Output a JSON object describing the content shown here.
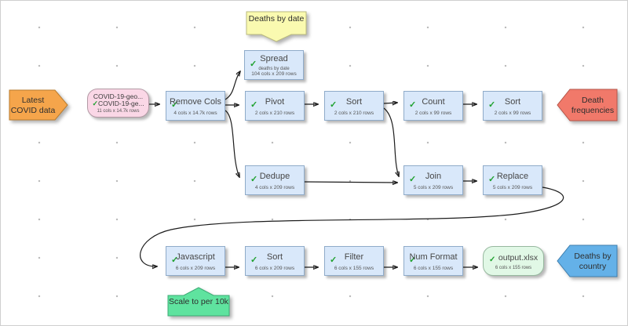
{
  "app_type": "data-transform-flow-canvas",
  "check_icon": "✓",
  "colors": {
    "node_fill": "#d9e8fa",
    "node_border": "#8fabc9",
    "source_fill": "#fad7e6",
    "output_fill": "#e1f8e6",
    "input_marker_fill": "#f5a54b",
    "output_marker_red_fill": "#f1796a",
    "output_marker_blue_fill": "#64b1e8",
    "note_yellow_fill": "#fafab0",
    "note_green_fill": "#5fe39f",
    "check_green": "#1fa12e"
  },
  "io_markers": [
    {
      "id": "latest-covid-data",
      "label": "Latest COVID data"
    },
    {
      "id": "death-frequencies",
      "label": "Death frequencies"
    },
    {
      "id": "deaths-by-country",
      "label": "Deaths by country"
    }
  ],
  "notes": [
    {
      "id": "deaths-by-date",
      "label": "Deaths by date"
    },
    {
      "id": "scale-to-per-10k",
      "label": "Scale to per 10k"
    }
  ],
  "source": {
    "line1": "COVID-19-geo...",
    "line2": "COVID-19-ge...",
    "stats": "11 cols x 14.7k rows",
    "checked": true
  },
  "nodes": [
    {
      "id": "remove-cols",
      "title": "Remove Cols",
      "stats": "4 cols x 14.7k rows",
      "checked": true
    },
    {
      "id": "spread",
      "title": "Spread",
      "note": "deaths by date",
      "stats": "104 cols x 209 rows",
      "checked": true
    },
    {
      "id": "pivot",
      "title": "Pivot",
      "stats": "2 cols x 210 rows",
      "checked": true
    },
    {
      "id": "sort-1",
      "title": "Sort",
      "stats": "2 cols x 210 rows",
      "checked": true
    },
    {
      "id": "count",
      "title": "Count",
      "stats": "2 cols x 99 rows",
      "checked": true
    },
    {
      "id": "sort-2",
      "title": "Sort",
      "stats": "2 cols x 99 rows",
      "checked": true
    },
    {
      "id": "dedupe",
      "title": "Dedupe",
      "stats": "4 cols x 209 rows",
      "checked": true
    },
    {
      "id": "join",
      "title": "Join",
      "stats": "5 cols x 209 rows",
      "checked": true
    },
    {
      "id": "replace",
      "title": "Replace",
      "stats": "5 cols x 209 rows",
      "checked": true
    },
    {
      "id": "javascript",
      "title": "Javascript",
      "stats": "6 cols x 209 rows",
      "checked": true
    },
    {
      "id": "sort-3",
      "title": "Sort",
      "stats": "6 cols x 209 rows",
      "checked": true
    },
    {
      "id": "filter",
      "title": "Filter",
      "stats": "6 cols x 155 rows",
      "checked": true
    },
    {
      "id": "num-format",
      "title": "Num Format",
      "stats": "6 cols x 155 rows",
      "checked": true
    }
  ],
  "output": {
    "title": "output.xlsx",
    "stats": "6 cols x 155 rows",
    "checked": true
  }
}
